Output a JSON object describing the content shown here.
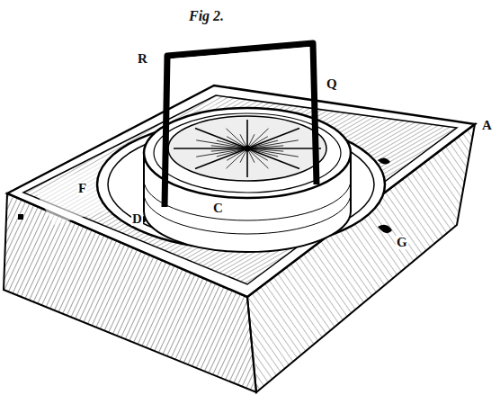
{
  "diagram": {
    "title": "Fig 2.",
    "labels": [
      "R",
      "Q",
      "A",
      "F",
      "C",
      "D",
      "G"
    ]
  }
}
